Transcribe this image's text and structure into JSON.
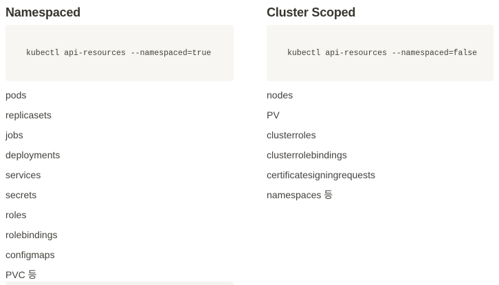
{
  "colors": {
    "text": "#37352f",
    "list_text": "#44423e",
    "code_bg": "#f7f6f2",
    "code_text": "#45403a"
  },
  "columns": [
    {
      "heading": "Namespaced",
      "code": "kubectl api-resources --namespaced=true",
      "items": [
        "pods",
        "replicasets",
        "jobs",
        "deployments",
        "services",
        "secrets",
        "roles",
        "rolebindings",
        "configmaps",
        "PVC 등"
      ]
    },
    {
      "heading": "Cluster Scoped",
      "code": "kubectl api-resources --namespaced=false",
      "items": [
        "nodes",
        "PV",
        "clusterroles",
        "clusterrolebindings",
        "certificatesigningrequests",
        "namespaces 등"
      ]
    }
  ]
}
